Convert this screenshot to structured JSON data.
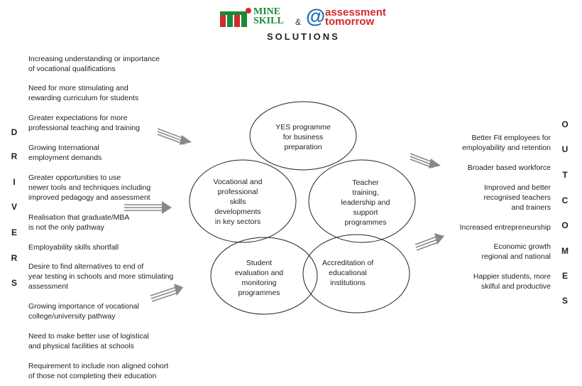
{
  "header": {
    "logo_line1": "MINE",
    "logo_line2": "SKILL",
    "ampersand": "&",
    "partner_line1": "assessment",
    "partner_line2": "tomorrow",
    "at_symbol": "@",
    "subtitle": "SOLUTIONS"
  },
  "drivers_label": [
    "D",
    "R",
    "I",
    "V",
    "E",
    "R",
    "S"
  ],
  "outcomes_label": [
    "O",
    "U",
    "T",
    "C",
    "O",
    "M",
    "E",
    "S"
  ],
  "drivers": [
    [
      "Increasing understanding or importance",
      " of vocational qualifications"
    ],
    [
      "Need for more stimulating and",
      "rewarding curriculum for students"
    ],
    [
      "Greater expectations for more",
      "professional teaching and training"
    ],
    [
      "Growing International",
      "employment demands"
    ],
    [
      "Greater opportunities to use",
      "newer tools and techniques including",
      "improved pedagogy and assessment"
    ],
    [
      "Realisation that graduate/MBA",
      "is not the only pathway"
    ],
    [
      "Employability skills shortfall"
    ],
    [
      "Desire to find alternatives to end of",
      "year testing in schools and more stimulating",
      "assessment"
    ],
    [
      "Growing importance of vocational",
      "college/university pathway"
    ],
    [
      "Need to make better use of logistical",
      "and  physical facilities at schools"
    ],
    [
      "Requirement to include non aligned cohort",
      "of those not completing their education"
    ]
  ],
  "outcomes": [
    [
      "Better Fit employees for",
      "employability and retention"
    ],
    [
      "Broader based workforce"
    ],
    [
      "Improved and better",
      "recognised teachers",
      "and trainers"
    ],
    [
      "Increased entrepreneurship"
    ],
    [
      "Economic growth",
      "regional and national"
    ],
    [
      "Happier students, more",
      "skilful and productive"
    ]
  ],
  "circles": [
    [
      "YES programme",
      "for business",
      "preparation"
    ],
    [
      "Vocational and",
      "professional",
      "skills",
      "developments",
      "in key sectors"
    ],
    [
      "Teacher",
      "training,",
      "leadership  and",
      "support",
      "programmes"
    ],
    [
      "Student",
      "evaluation and",
      "monitoring",
      "programmes"
    ],
    [
      "Accreditation of",
      "educational",
      "institutions"
    ]
  ],
  "colors": {
    "logo_green": "#1a8a3a",
    "logo_red": "#d12a2a",
    "partner_blue": "#1f6fb5",
    "arrow_gray": "#888888"
  }
}
